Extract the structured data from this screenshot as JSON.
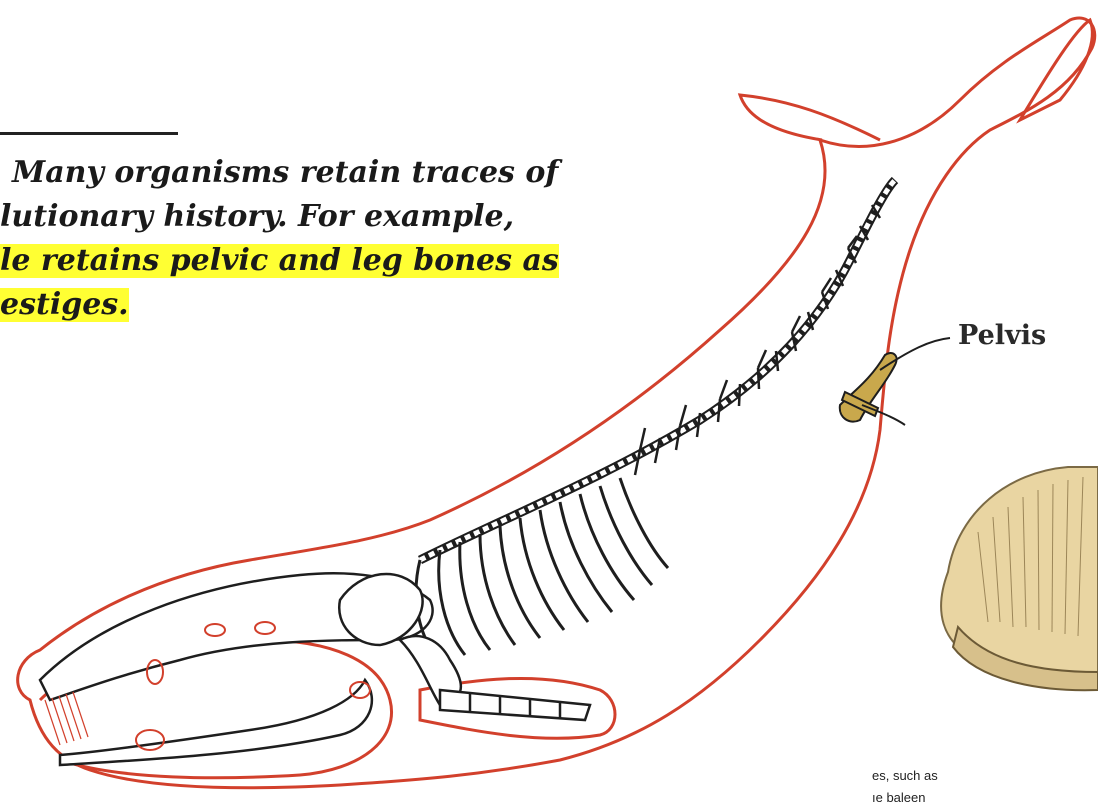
{
  "caption": {
    "lines": [
      "Many organisms retain traces of",
      "lutionary history. For example,",
      "le retains pelvic and leg bones as",
      "estiges."
    ]
  },
  "labels": {
    "pelvis": "Pelvis"
  },
  "inset": {
    "text_line_1": "es, such as",
    "text_line_2": "ıe baleen"
  },
  "colors": {
    "outline": "#d2402c",
    "highlight": "#ffff33",
    "bone_ink": "#1e1e1e",
    "pelvis_bone": "#c9a84c"
  }
}
